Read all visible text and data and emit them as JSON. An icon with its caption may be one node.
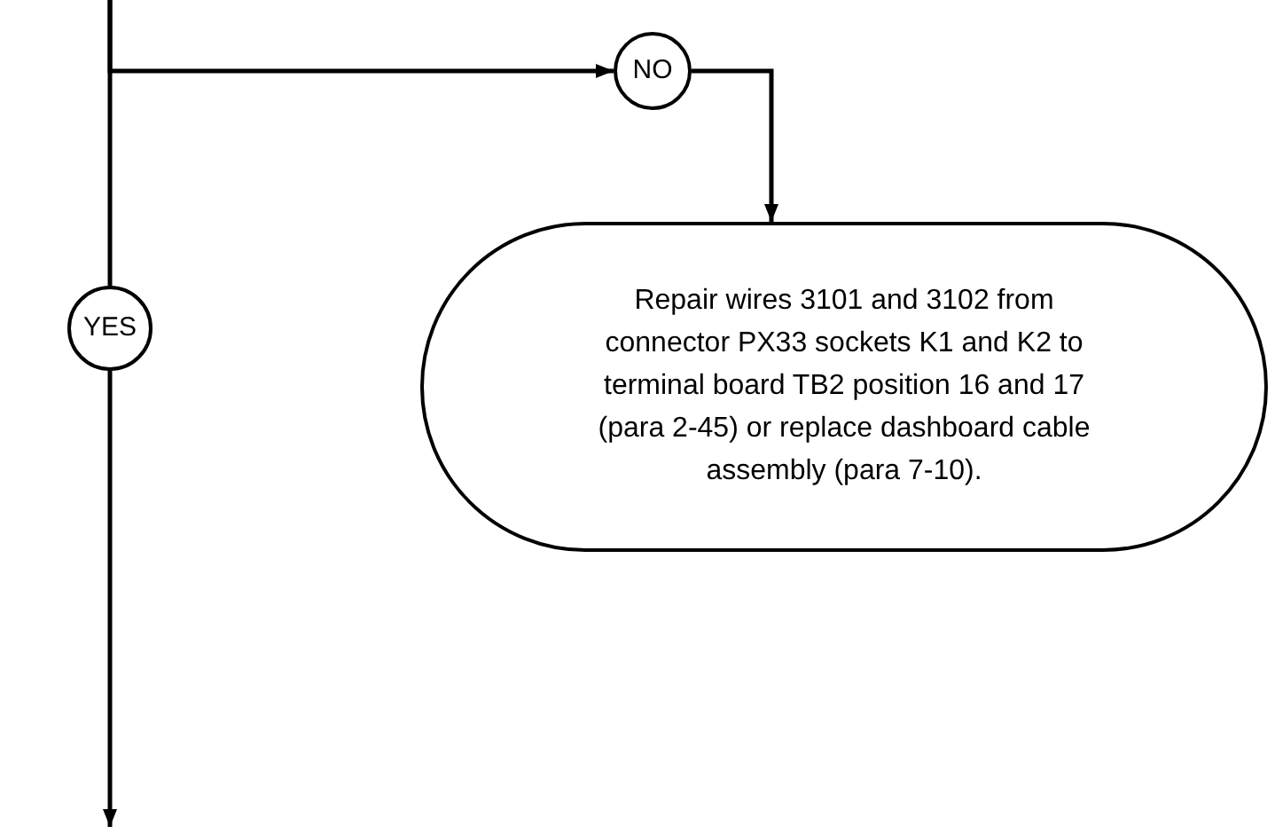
{
  "diagram": {
    "nodes": [
      {
        "text": [
          "NO"
        ]
      },
      {
        "text": [
          "Repair wires 3101 and 3102 from connector PX33 sockets K1 and K2 to terminal board TB2 position 16 and 17 (para 2-45) or replace dashboard cable assembly (para 7-10)."
        ]
      },
      {
        "text": [
          "YES"
        ]
      }
    ],
    "edges": [
      {
        "from": null,
        "to": 0,
        "arrow": "to"
      },
      {
        "from": null,
        "to": 2,
        "arrow": "none"
      },
      {
        "from": 2,
        "to": null,
        "arrow": "to"
      },
      {
        "from": 0,
        "to": 1,
        "arrow": "to"
      }
    ]
  }
}
